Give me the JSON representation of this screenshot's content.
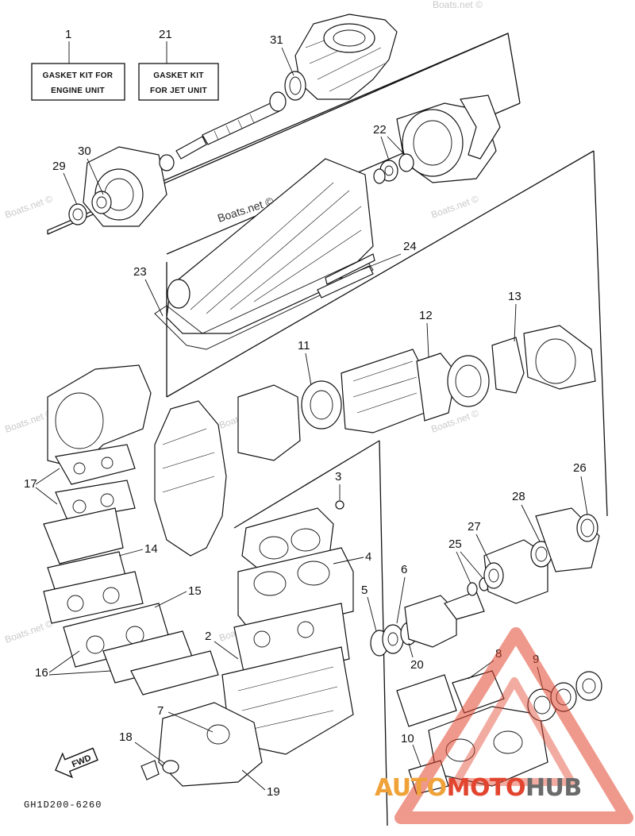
{
  "diagram": {
    "part_code": "GH1D200-6260",
    "direction_label": "FWD",
    "labels": {
      "kit_engine": {
        "number": "1",
        "line1": "GASKET KIT FOR",
        "line2": "ENGINE UNIT"
      },
      "kit_jet": {
        "number": "21",
        "line1": "GASKET KIT",
        "line2": "FOR JET UNIT"
      }
    },
    "callouts": [
      "1",
      "21",
      "31",
      "30",
      "29",
      "22",
      "24",
      "23",
      "13",
      "12",
      "11",
      "17",
      "14",
      "15",
      "16",
      "3",
      "4",
      "2",
      "5",
      "6",
      "20",
      "26",
      "28",
      "27",
      "25",
      "8",
      "9",
      "7",
      "18",
      "10",
      "19"
    ],
    "watermarks": [
      "Boats.net ©",
      "Boats.net ©",
      "Boats.net ©",
      "Boats.net ©",
      "Boats.net ©",
      "Boats.net ©",
      "Boats.net ©",
      "Boats.net ©",
      "Boats.net ©",
      "Boats.net ©"
    ],
    "logo": {
      "word1": "AUTO",
      "word2": "MOTO",
      "word3": "HUB",
      "color_primary": "#f0a23a",
      "color_secondary": "#e2452f",
      "color_dark": "#6a6a6a"
    }
  }
}
